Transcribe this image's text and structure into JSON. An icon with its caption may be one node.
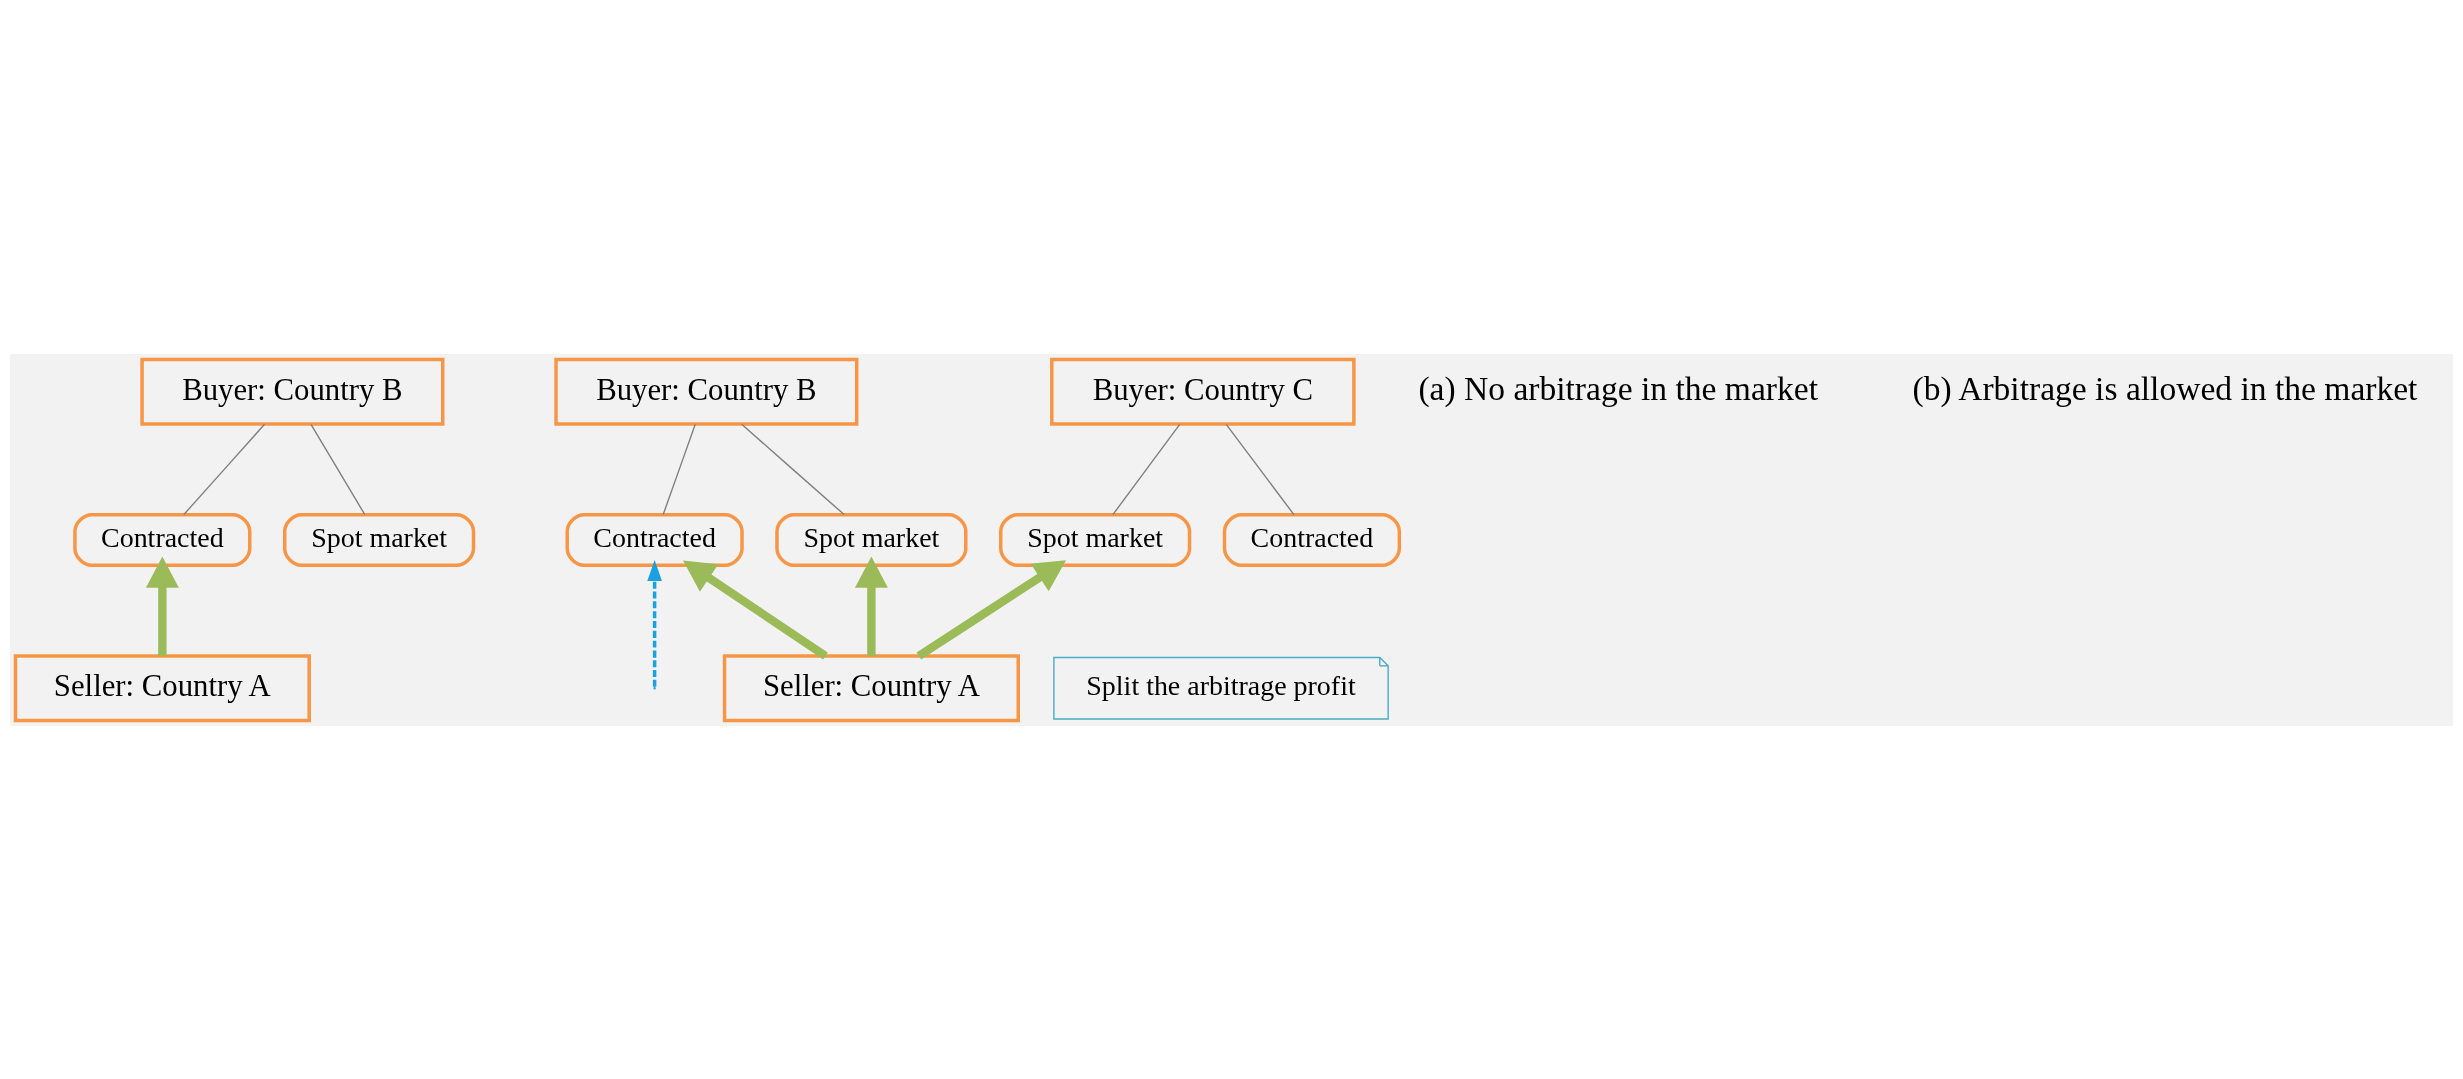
{
  "diagram": {
    "nodes": [
      {
        "text": [
          "Buyer: Country B"
        ]
      },
      {
        "text": [
          "Contracted"
        ]
      },
      {
        "text": [
          "Spot market"
        ]
      },
      {
        "text": [
          "Seller: Country A"
        ]
      },
      {
        "text": [
          "Buyer: Country B"
        ]
      },
      {
        "text": [
          "Buyer: Country C"
        ]
      },
      {
        "text": [
          "Contracted"
        ]
      },
      {
        "text": [
          "Spot market"
        ]
      },
      {
        "text": [
          "Spot market"
        ]
      },
      {
        "text": [
          "Contracted"
        ]
      },
      {
        "text": [
          "Split the arbitrage profit"
        ]
      },
      {
        "text": [
          "Seller: Country A"
        ]
      }
    ],
    "edges": [
      {
        "from": 1,
        "to": 0,
        "arrow": "none"
      },
      {
        "from": 2,
        "to": 0,
        "arrow": "none"
      },
      {
        "from": 3,
        "to": 1,
        "arrow": "to",
        "style": "thick",
        "color": "#9bbb59"
      },
      {
        "from": 6,
        "to": 4,
        "arrow": "none"
      },
      {
        "from": 7,
        "to": 4,
        "arrow": "none"
      },
      {
        "from": 8,
        "to": 5,
        "arrow": "none"
      },
      {
        "from": 9,
        "to": 5,
        "arrow": "none"
      },
      {
        "from": null,
        "to": 6,
        "arrow": "to",
        "style": "dashed",
        "color": "#1ba1e2"
      },
      {
        "from": 11,
        "to": 6,
        "arrow": "to",
        "style": "thick",
        "color": "#9bbb59"
      },
      {
        "from": 11,
        "to": 7,
        "arrow": "to",
        "style": "thick",
        "color": "#9bbb59"
      },
      {
        "from": 11,
        "to": 8,
        "arrow": "to",
        "style": "thick",
        "color": "#9bbb59"
      }
    ],
    "labels": [
      "(a) No arbitrage in the market",
      "(b) Arbitrage is allowed in the market"
    ]
  }
}
